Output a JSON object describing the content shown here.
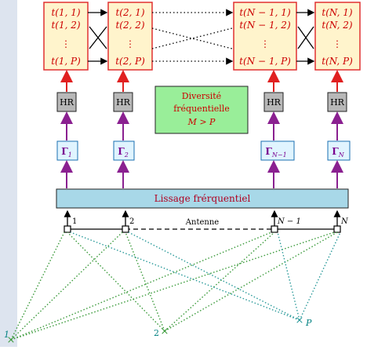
{
  "colors": {
    "left_band": "#dde4ef",
    "block_fill": "#fff4cc",
    "block_stroke": "#e03030",
    "red_arrow": "#e02020",
    "purple_arrow": "#8a2090",
    "hr_fill": "#b8b8b8",
    "gamma_fill": "#e0f4ff",
    "gamma_stroke": "#1a6fb0",
    "diversity_fill": "#99ee99",
    "smoothing_fill": "#a8d8e8",
    "green_path": "#3a9a3a",
    "teal_path": "#2a9a9a"
  },
  "blocks": [
    {
      "top": "t(1, 1)",
      "second": "t(1, 2)",
      "dots": "⋮",
      "bottom": "t(1, P)"
    },
    {
      "top": "t(2, 1)",
      "second": "t(2, 2)",
      "dots": "⋮",
      "bottom": "t(2, P)"
    },
    {
      "top": "t(N − 1, 1)",
      "second": "t(N − 1, 2)",
      "dots": "⋮",
      "bottom": "t(N − 1, P)"
    },
    {
      "top": "t(N, 1)",
      "second": "t(N, 2)",
      "dots": "⋮",
      "bottom": "t(N, P)"
    }
  ],
  "hr_label": "HR",
  "gammas": [
    {
      "symbol": "Γ",
      "sub": "1"
    },
    {
      "symbol": "Γ",
      "sub": "2"
    },
    {
      "symbol": "Γ",
      "sub": "N−1"
    },
    {
      "symbol": "Γ",
      "sub": "N"
    }
  ],
  "diversity": {
    "line1": "Diversité",
    "line2": "fréquentielle",
    "line3": "M > P"
  },
  "smoothing_label": "Lissage frérquentiel",
  "antenna": {
    "label": "Antenne",
    "sensors": [
      "1",
      "2",
      "N − 1",
      "N"
    ]
  },
  "sources": [
    "1",
    "2",
    "P"
  ]
}
